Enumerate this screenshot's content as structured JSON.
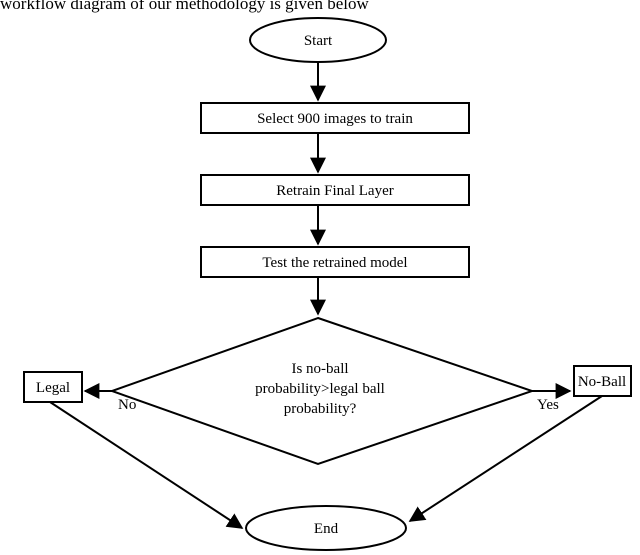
{
  "caption": "workflow diagram of our methodology is given below",
  "nodes": {
    "start": "Start",
    "select": "Select 900 images to train",
    "retrain": "Retrain Final Layer",
    "test": "Test the retrained model",
    "decision": [
      "Is no-ball",
      "probability>legal ball",
      "probability?"
    ],
    "legal": "Legal",
    "noball": "No-Ball",
    "end": "End"
  },
  "edges": {
    "no": "No",
    "yes": "Yes"
  }
}
